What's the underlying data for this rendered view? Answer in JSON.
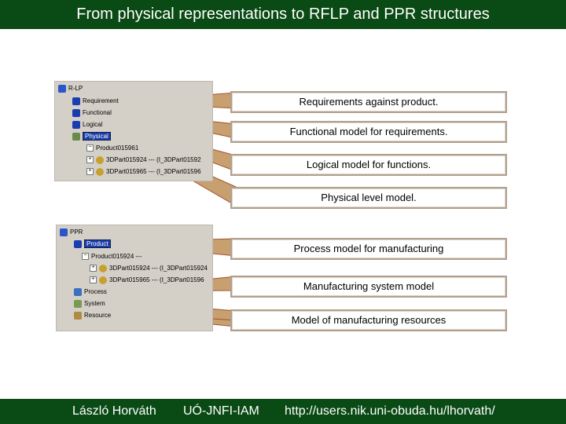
{
  "title": "From physical representations to RFLP and PPR structures",
  "rflp_tree": {
    "root": "R-LP",
    "items": [
      "Requirement",
      "Functional",
      "Logical",
      "Physical",
      "Product015961",
      "3DPart015924 --- (I_3DPart01592",
      "3DPart015965 --- (I_3DPart01596"
    ]
  },
  "ppr_tree": {
    "root": "PPR",
    "items": [
      "Product",
      "Product015924 ---",
      "3DPart015924 --- (I_3DPart015924",
      "3DPart015965 --- (I_3DPart01596",
      "Process",
      "System",
      "Resource"
    ]
  },
  "callouts": [
    "Requirements against product.",
    "Functional model for requirements.",
    "Logical model for functions.",
    "Physical level model.",
    "Process model for manufacturing",
    "Manufacturing system model",
    "Model of manufacturing resources"
  ],
  "footer": {
    "author": "László Horváth",
    "institution": "UÓ-JNFI-IAM",
    "url": "http://users.nik.uni-obuda.hu/lhorvath/"
  },
  "colors": {
    "bar": "#0a4a14",
    "connector": "#a05030",
    "selection": "#1a3da6"
  }
}
